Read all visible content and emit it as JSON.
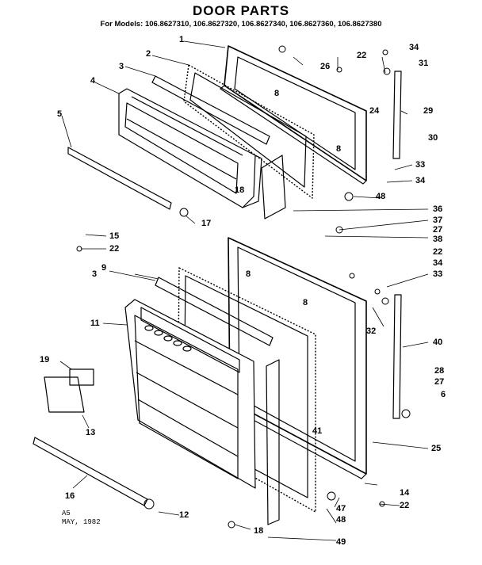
{
  "header": {
    "title": "DOOR PARTS",
    "models": "For Models: 106.8627310, 106.8627320, 106.8627340, 106.8627360, 106.8627380"
  },
  "callouts": [
    "1",
    "2",
    "26",
    "22",
    "34",
    "31",
    "3",
    "8",
    "24",
    "29",
    "4",
    "8",
    "30",
    "5",
    "33",
    "34",
    "18",
    "48",
    "36",
    "37",
    "17",
    "27",
    "15",
    "38",
    "22",
    "22",
    "34",
    "3",
    "9",
    "8",
    "33",
    "8",
    "11",
    "32",
    "40",
    "19",
    "28",
    "27",
    "6",
    "13",
    "41",
    "25",
    "16",
    "14",
    "12",
    "47",
    "22",
    "48",
    "18",
    "49"
  ],
  "footer": {
    "line1": "A5",
    "line2": "MAY, 1982"
  }
}
